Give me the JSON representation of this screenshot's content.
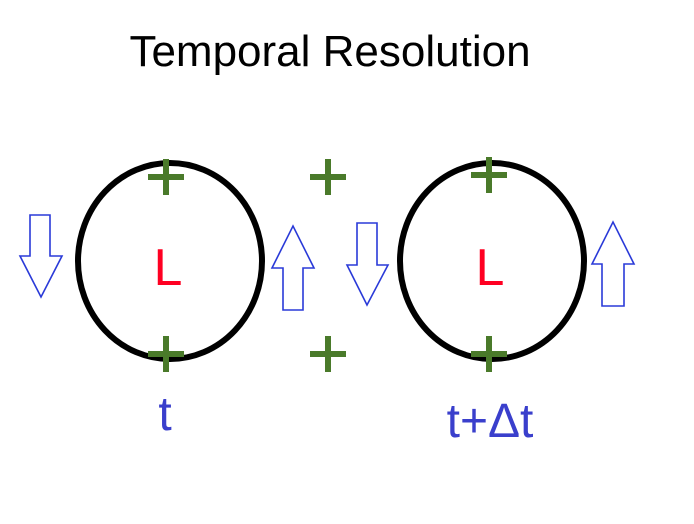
{
  "title": "Temporal Resolution",
  "cells": [
    {
      "center_label": "L",
      "time_label": "t"
    },
    {
      "center_label": "L",
      "time_label": "t+Δt"
    }
  ],
  "colors": {
    "title": "#000000",
    "center_label": "#ff0022",
    "time_label": "#3a3fcc",
    "plus": "#4a7a2a",
    "arrow": "#2a3ad8",
    "circle": "#000000"
  },
  "icons": [
    "plus-icon",
    "down-arrow-icon",
    "up-arrow-icon"
  ]
}
